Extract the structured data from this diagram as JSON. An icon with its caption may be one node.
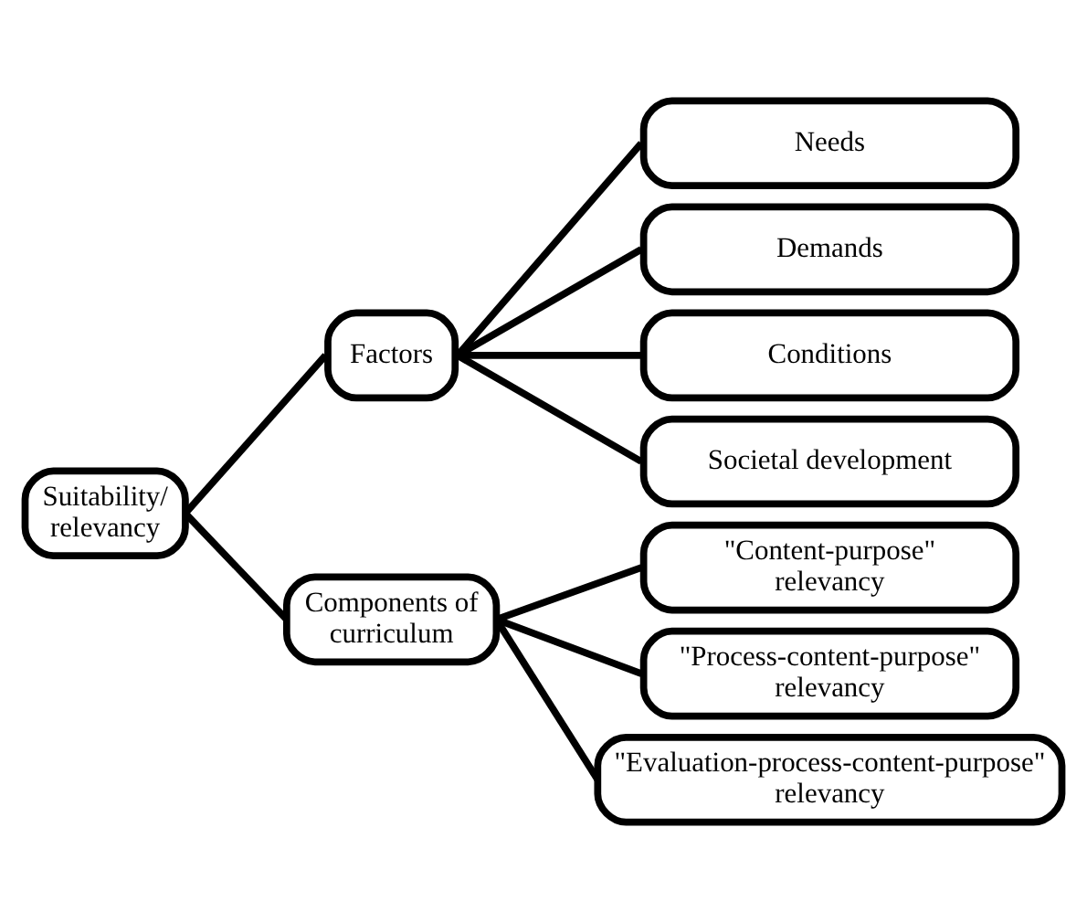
{
  "diagram": {
    "nodes": [
      {
        "text": [
          "Suitability/ relevancy"
        ]
      },
      {
        "text": [
          "Factors"
        ]
      },
      {
        "text": [
          "Components of curriculum"
        ]
      },
      {
        "text": [
          "Needs"
        ]
      },
      {
        "text": [
          "Demands"
        ]
      },
      {
        "text": [
          "Conditions"
        ]
      },
      {
        "text": [
          "Societal development"
        ]
      },
      {
        "text": [
          "\"Content-purpose\" relevancy"
        ]
      },
      {
        "text": [
          "\"Process-content-purpose\" relevancy"
        ]
      },
      {
        "text": [
          "\"Evaluation-process-content-purpose\" relevancy"
        ]
      }
    ],
    "edges": [
      {
        "from": 0,
        "to": 1,
        "arrow": "none"
      },
      {
        "from": 0,
        "to": 2,
        "arrow": "none"
      },
      {
        "from": 1,
        "to": 3,
        "arrow": "none"
      },
      {
        "from": 1,
        "to": 4,
        "arrow": "none"
      },
      {
        "from": 1,
        "to": 5,
        "arrow": "none"
      },
      {
        "from": 1,
        "to": 6,
        "arrow": "none"
      },
      {
        "from": 2,
        "to": 7,
        "arrow": "none"
      },
      {
        "from": 2,
        "to": 8,
        "arrow": "none"
      },
      {
        "from": 2,
        "to": 9,
        "arrow": "none"
      }
    ]
  }
}
